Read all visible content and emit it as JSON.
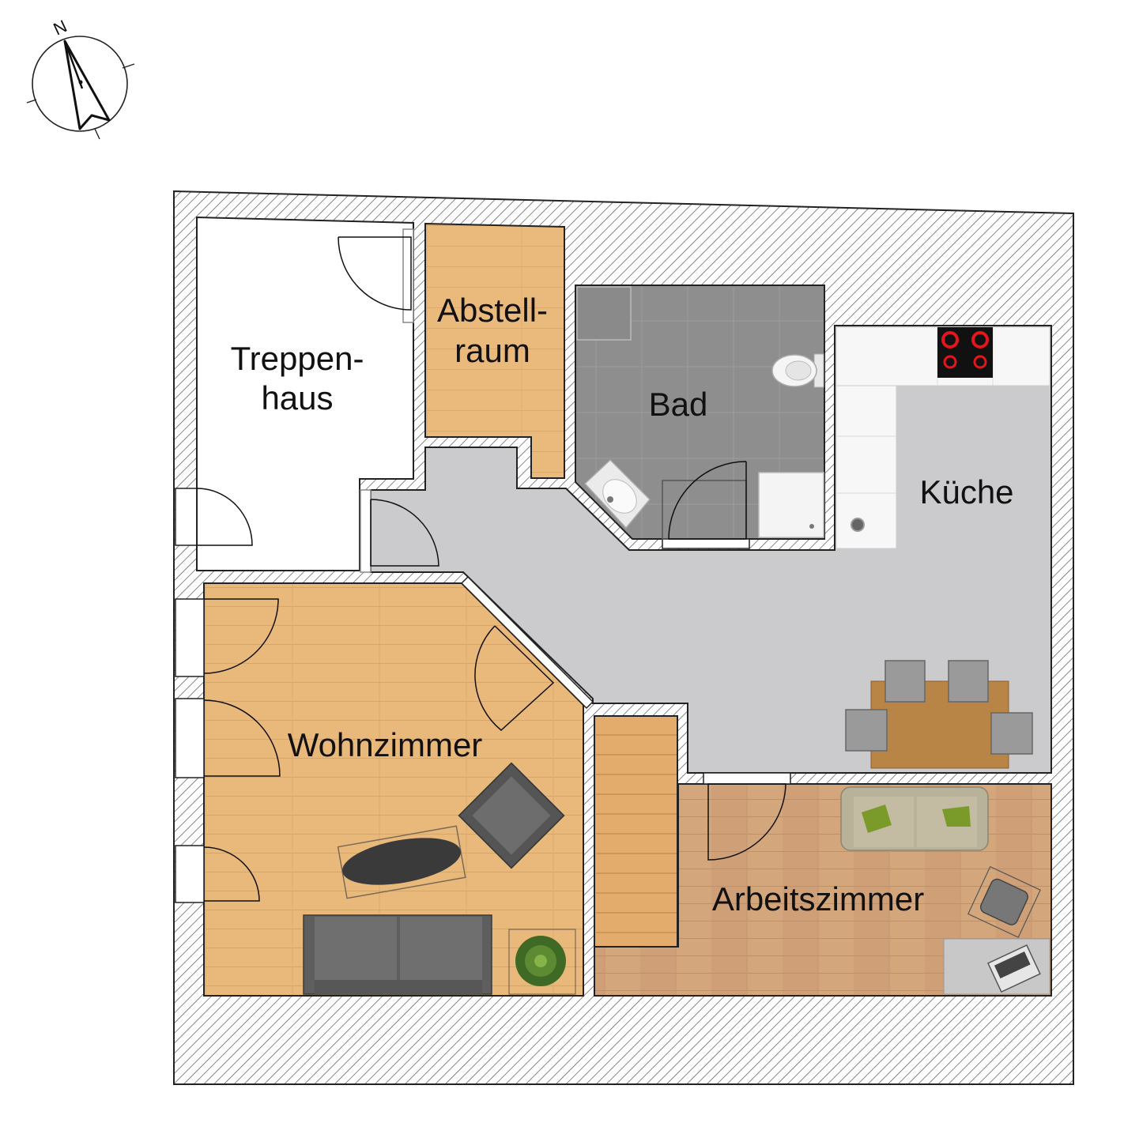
{
  "compass": {
    "label": "N"
  },
  "rooms": {
    "treppenhaus": {
      "label_line1": "Treppen-",
      "label_line2": "haus"
    },
    "abstellraum": {
      "label_line1": "Abstell-",
      "label_line2": "raum"
    },
    "bad": {
      "label": "Bad"
    },
    "kueche": {
      "label": "Küche"
    },
    "wohnzimmer": {
      "label": "Wohnzimmer"
    },
    "arbeitszimmer": {
      "label": "Arbeitszimmer"
    }
  },
  "colors": {
    "wall_hatch": "#555555",
    "hallway_floor": "#cbcbcd",
    "parquet": "#e9b97d",
    "parquet_dark": "#dca56a",
    "laminate": "#d4aa80",
    "tiles": "#8e8e8e",
    "stairs": "#e2ab6d",
    "furniture_grey": "#666666",
    "sofa_beige": "#b9b29a",
    "kitchen_white": "#f7f7f7",
    "table_wood": "#b98547",
    "hob_red": "#e4151b"
  }
}
